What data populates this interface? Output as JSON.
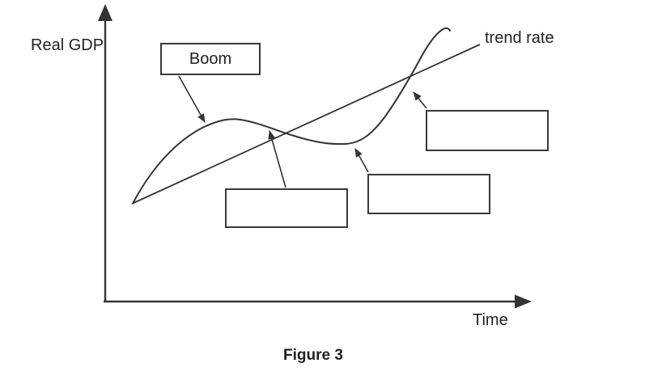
{
  "figure": {
    "caption": "Figure 3",
    "axes": {
      "y_label": "Real GDP",
      "x_label": "Time"
    },
    "trend_line_label": "trend rate",
    "boxes": [
      {
        "label": "Boom",
        "state": "filled"
      },
      {
        "label": "",
        "state": "empty"
      },
      {
        "label": "",
        "state": "empty"
      },
      {
        "label": "",
        "state": "empty"
      }
    ],
    "colors": {
      "stroke": "#333333",
      "box_border": "#3a3a3a",
      "text": "#231f20",
      "background": "#ffffff"
    }
  }
}
